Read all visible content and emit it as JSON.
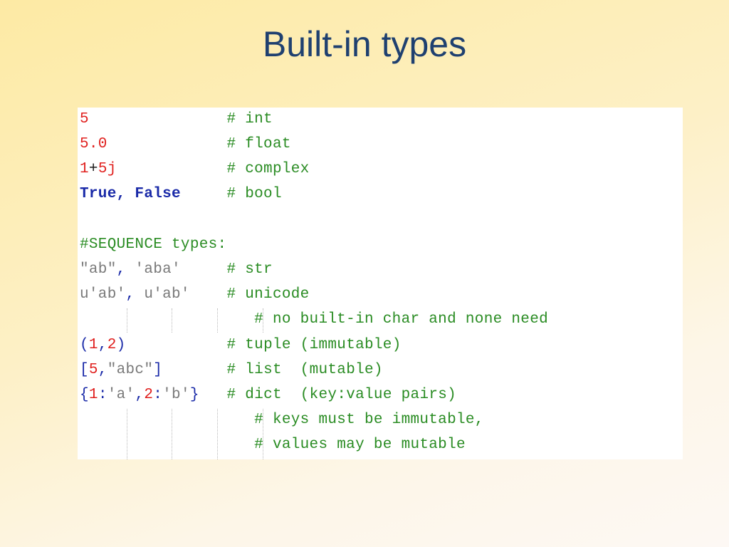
{
  "slide": {
    "title": "Built-in types"
  },
  "code": {
    "line1": {
      "literal": "5",
      "pad": "               ",
      "comment": "# int"
    },
    "line2": {
      "literal": "5.0",
      "pad": "             ",
      "comment": "# float"
    },
    "line3": {
      "a": "1",
      "op": "+",
      "b": "5j",
      "pad": "            ",
      "comment": "# complex"
    },
    "line4": {
      "t": "True",
      "sep": ", ",
      "f": "False",
      "pad": "     ",
      "comment": "# bool"
    },
    "line5": {
      "comment": "#SEQUENCE types:"
    },
    "line6": {
      "s1": "\"ab\"",
      "sep": ", ",
      "s2": "'aba'",
      "pad": "     ",
      "comment": "# str"
    },
    "line7": {
      "u1": "u'ab'",
      "sep": ", ",
      "u2": "u'ab'",
      "pad": "    ",
      "comment": "# unicode"
    },
    "line8": {
      "pad": "                   ",
      "comment": "# no built-in char and none need"
    },
    "line9": {
      "open": "(",
      "a": "1",
      "comma": ",",
      "b": "2",
      "close": ")",
      "pad": "           ",
      "comment": "# tuple (immutable)"
    },
    "line10": {
      "open": "[",
      "a": "5",
      "comma": ",",
      "s": "\"abc\"",
      "close": "]",
      "pad": "       ",
      "comment": "# list  (mutable)"
    },
    "line11": {
      "open": "{",
      "k1": "1",
      "c1": ":",
      "v1": "'a'",
      "comma": ",",
      "k2": "2",
      "c2": ":",
      "v2": "'b'",
      "close": "}",
      "pad": "   ",
      "comment": "# dict  (key:value pairs)"
    },
    "line12": {
      "pad": "                   ",
      "comment": "# keys must be immutable,"
    },
    "line13": {
      "pad": "                   ",
      "comment": "# values may be mutable"
    }
  },
  "colors": {
    "title": "#1f4070",
    "number": "#e0201e",
    "keyword": "#1a2aa8",
    "comment": "#2a8c23",
    "string": "#7a7a7a"
  }
}
